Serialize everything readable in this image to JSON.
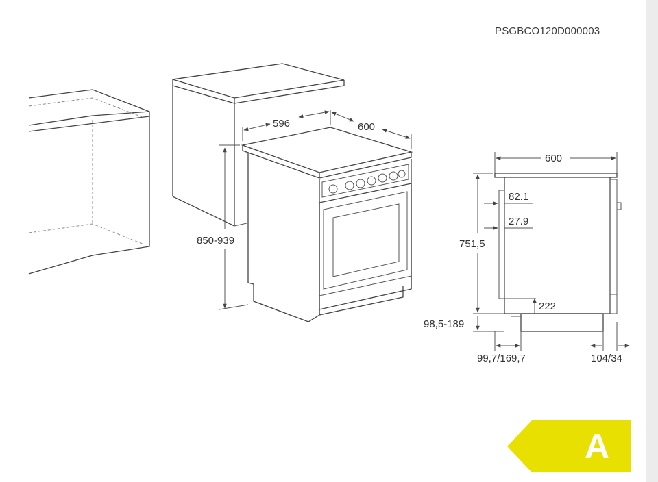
{
  "document_code": "PSGBCO120D000003",
  "perspective_view": {
    "width_label": "596",
    "depth_label": "600",
    "height_label": "850-939"
  },
  "side_view": {
    "depth_label": "600",
    "dim_82_1": "82.1",
    "dim_27_9": "27.9",
    "dim_751_5": "751,5",
    "dim_222": "222",
    "dim_98_5_189": "98,5-189",
    "dim_99_7_169_7": "99,7/169,7",
    "dim_104_34": "104/34"
  },
  "energy_class": {
    "letter": "A",
    "color": "#e8e000"
  },
  "colors": {
    "line": "#444444",
    "text": "#333333",
    "sidebar": "#ececec"
  }
}
